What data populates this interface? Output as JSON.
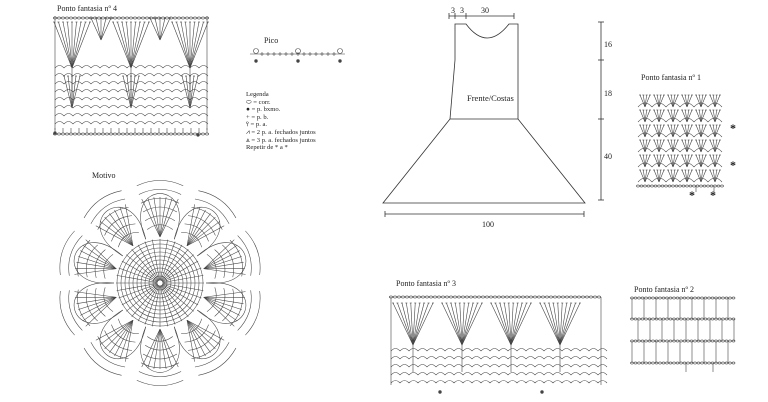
{
  "titles": {
    "ponto4": "Ponto fantasia nº 4",
    "pico": "Pico",
    "motivo": "Motivo",
    "ponto1": "Ponto fantasia nº 1",
    "ponto3": "Ponto fantasia nº 3",
    "ponto2": "Ponto fantasia nº 2"
  },
  "legend": {
    "title": "Legenda",
    "items": [
      {
        "symbol": "⬭",
        "text": "= corr."
      },
      {
        "symbol": "●",
        "text": "= p. bxmo."
      },
      {
        "symbol": "+",
        "text": "= p. b."
      },
      {
        "symbol": "⫯",
        "text": "= p. a."
      },
      {
        "symbol": "⩘",
        "text": "= 2 p. a. fechados juntos"
      },
      {
        "symbol": "⩓",
        "text": "= 3 p. a. fechados juntos"
      }
    ],
    "repeat": "Repetir de * a *"
  },
  "schematic": {
    "label": "Frente/Costas",
    "top_dims": [
      "3",
      "3",
      "30"
    ],
    "side_dims": [
      "16",
      "18",
      "40"
    ],
    "bottom_dim": "100"
  },
  "markers": {
    "p1_row_a": "*",
    "p1_row_b": "*",
    "p1_bottom_a": "*",
    "p1_bottom_b": "*"
  }
}
